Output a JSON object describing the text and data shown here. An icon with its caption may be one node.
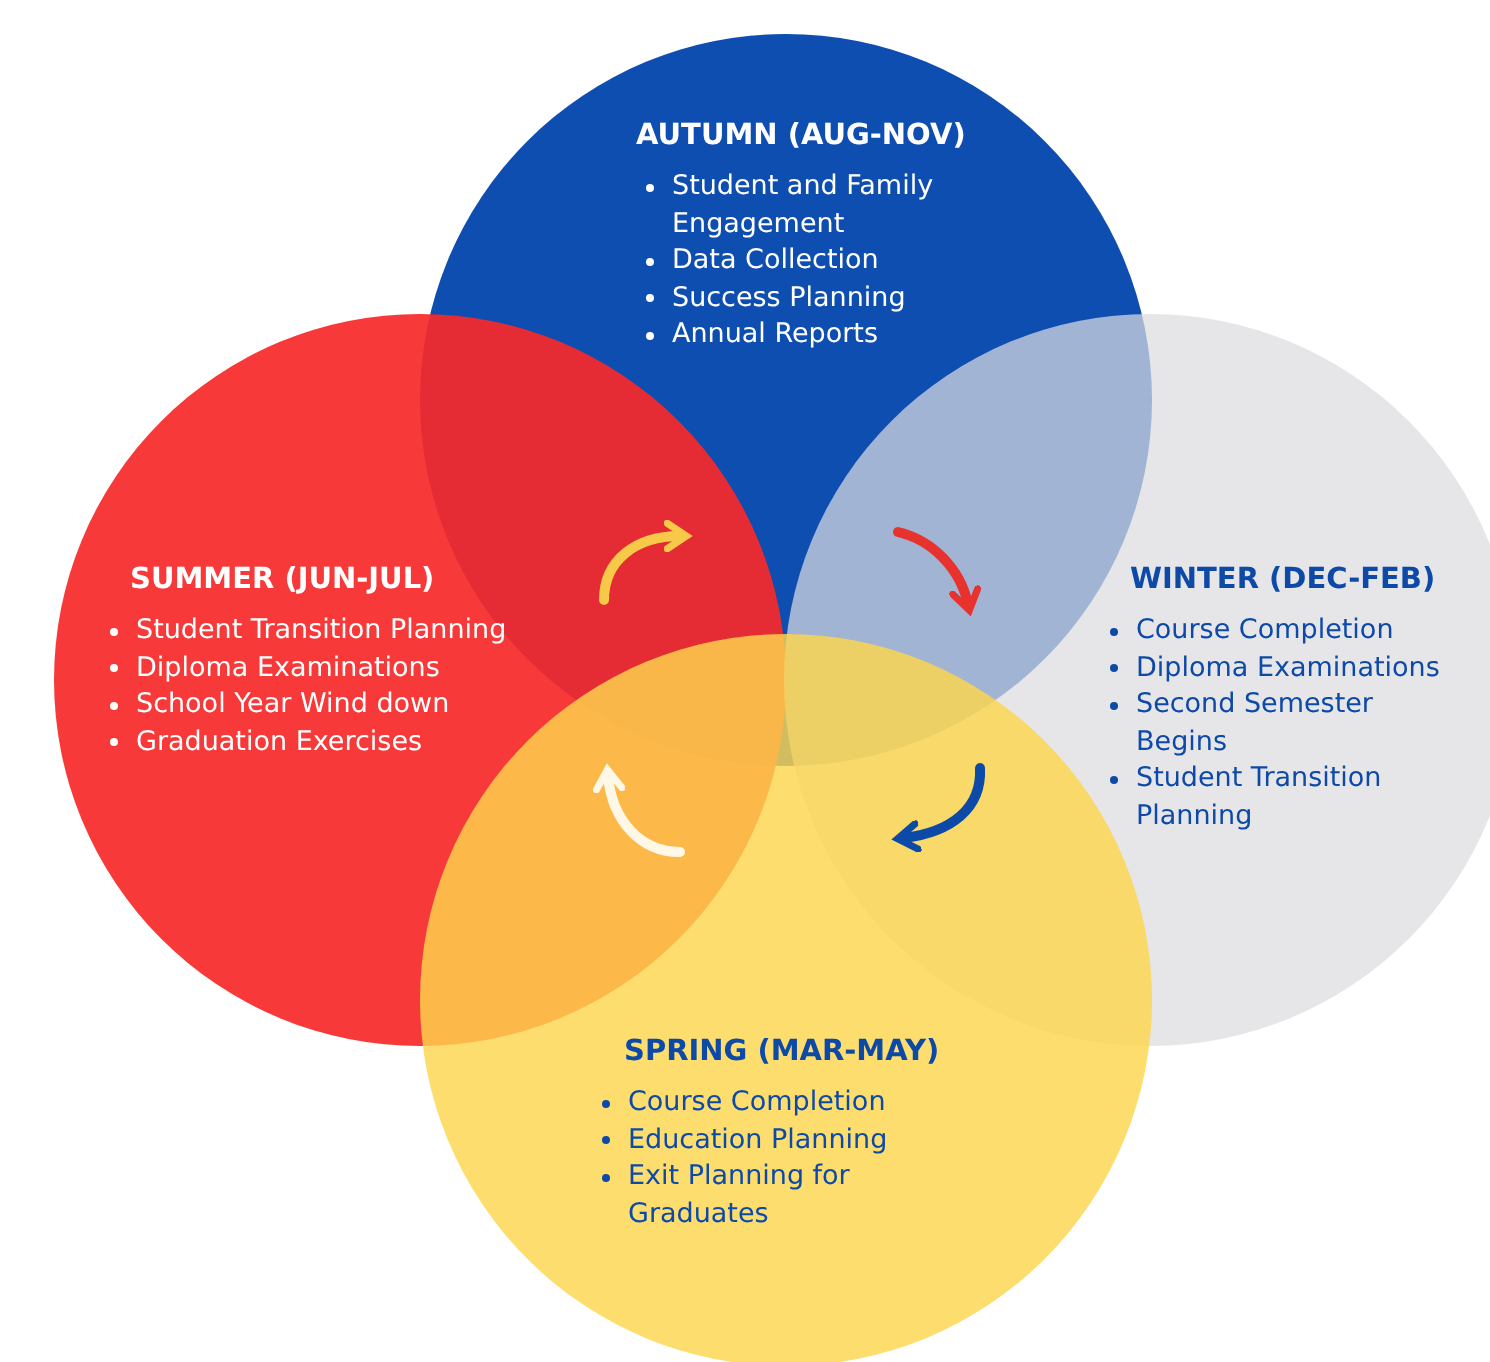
{
  "diagram": {
    "nodes": [
      {
        "text": [
          "AUTUMN (AUG-NOV)",
          "Student and Family Engagement",
          "Data Collection",
          "Success Planning",
          "Annual Reports"
        ]
      },
      {
        "text": [
          "SUMMER (JUN-JUL)",
          "Student Transition Planning",
          "Diploma Examinations",
          "School Year Wind down",
          "Graduation Exercises"
        ]
      },
      {
        "text": [
          "WINTER (DEC-FEB)",
          "Course Completion",
          "Diploma Examinations",
          "Second Semester Begins",
          "Student Transition Planning"
        ]
      },
      {
        "text": [
          "SPRING (MAR-MAY)",
          "Course Completion",
          "Education Planning",
          "Exit Planning for Graduates"
        ]
      }
    ],
    "edges": [
      {
        "from": 1,
        "to": 0,
        "arrow": "to",
        "color": "#f7c948"
      },
      {
        "from": 0,
        "to": 2,
        "arrow": "to",
        "color": "#e8322e"
      },
      {
        "from": 2,
        "to": 3,
        "arrow": "to",
        "color": "#0d4aa8"
      },
      {
        "from": 3,
        "to": 1,
        "arrow": "to",
        "color": "#fff8e6"
      }
    ]
  }
}
